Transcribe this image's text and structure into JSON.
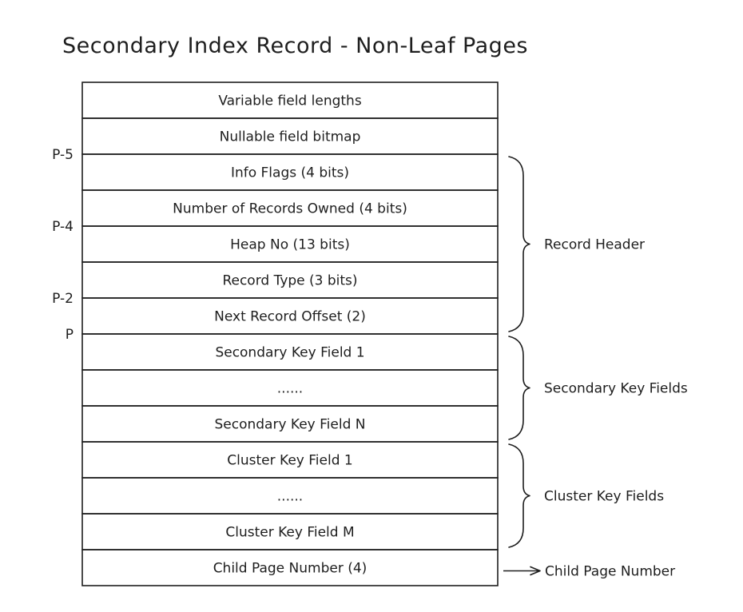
{
  "title": "Secondary Index Record - Non-Leaf Pages",
  "rows": [
    "Variable field lengths",
    "Nullable field bitmap",
    "Info Flags (4 bits)",
    "Number of Records Owned (4 bits)",
    "Heap No (13 bits)",
    "Record Type (3 bits)",
    "Next Record Offset (2)",
    "Secondary Key Field 1",
    "......",
    "Secondary Key Field N",
    "Cluster Key Field 1",
    "......",
    "Cluster Key Field M",
    "Child Page Number (4)"
  ],
  "offsets": [
    {
      "label": "P-5",
      "boundary": 2
    },
    {
      "label": "P-4",
      "boundary": 4
    },
    {
      "label": "P-2",
      "boundary": 6
    },
    {
      "label": "P",
      "boundary": 7
    }
  ],
  "groups": [
    {
      "label": "Record Header",
      "from": 2,
      "to": 6
    },
    {
      "label": "Secondary Key Fields",
      "from": 7,
      "to": 9
    },
    {
      "label": "Cluster Key Fields",
      "from": 10,
      "to": 12
    }
  ],
  "pointer": {
    "label": "Child Page Number",
    "row": 13
  }
}
